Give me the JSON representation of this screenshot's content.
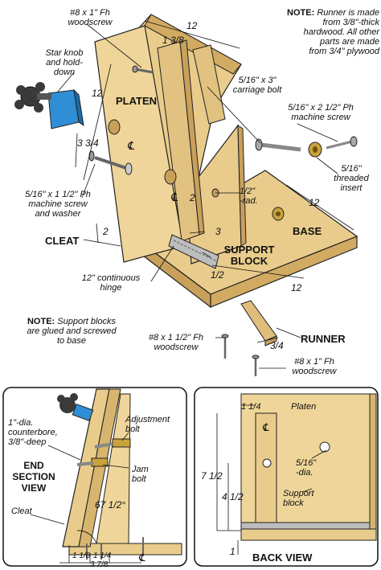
{
  "notes": {
    "runner_note_prefix": "NOTE:",
    "runner_note": "Runner is made\nfrom 3/8\"-thick\nhardwood. All other\nparts are made\nfrom 3/4\" plywood",
    "blocks_note_prefix": "NOTE:",
    "blocks_note": "Support blocks\nare glued and screwed\nto base"
  },
  "labels": {
    "woodscrew_top": "#8 x 1\" Fh\nwoodscrew",
    "star_knob": "Star knob\nand hold-\ndown",
    "platen": "PLATEN",
    "carriage_bolt": "5/16\" x 3\"\ncarriage bolt",
    "machine_screw_top": "5/16\" x 2 1/2\" Ph\nmachine screw",
    "threaded_insert": "5/16\"\nthreaded\ninsert",
    "machine_screw_washer": "5/16\" x 1 1/2\" Ph\nmachine screw\nand washer",
    "rad": "1/2\"\n-rad.",
    "base": "BASE",
    "cleat": "CLEAT",
    "support_block": "SUPPORT\nBLOCK",
    "hinge": "12\" continuous\nhinge",
    "runner": "RUNNER",
    "woodscrew_mid": "#8 x 1 1/2\" Fh\nwoodscrew",
    "woodscrew_bottom": "#8 x 1\" Fh\nwoodscrew"
  },
  "dimensions": {
    "platen_width": "12",
    "top_offset": "1 3/8",
    "platen_height": "12",
    "knob_offset": "3 3/4",
    "cleat_height": "2",
    "dim_2": "2",
    "dim_3": "3",
    "dim_half": "1/2",
    "base_depth": "12",
    "base_width": "12",
    "runner_width": "3/4"
  },
  "end_view": {
    "title": "END\nSECTION\nVIEW",
    "counterbore": "1\"-dia.\ncounterbore,\n3/8\"-deep",
    "adjustment_bolt": "Adjustment\nbolt",
    "jam_bolt": "Jam\nbolt",
    "cleat": "Cleat",
    "angle": "67 1/2°",
    "dim_a": "1 1/8",
    "dim_b": "1 1/4",
    "dim_total": "3 7/8",
    "centerline": "℄"
  },
  "back_view": {
    "title": "BACK VIEW",
    "platen": "Platen",
    "platen_thickness": "1 1/4",
    "hole": "5/16\"\n-dia.",
    "support_block": "Support\nblock",
    "dim_outer": "7 1/2",
    "dim_inner": "4 1/2",
    "dim_bottom": "1",
    "centerline": "℄"
  },
  "colors": {
    "wood": "#e9cc8c",
    "wood_dark": "#d2ab62",
    "wood_edge": "#b58a45",
    "knob": "#3a3a3a",
    "holddown": "#2f8fd6",
    "brass": "#c9a23a",
    "metal": "#9a9a9a"
  }
}
